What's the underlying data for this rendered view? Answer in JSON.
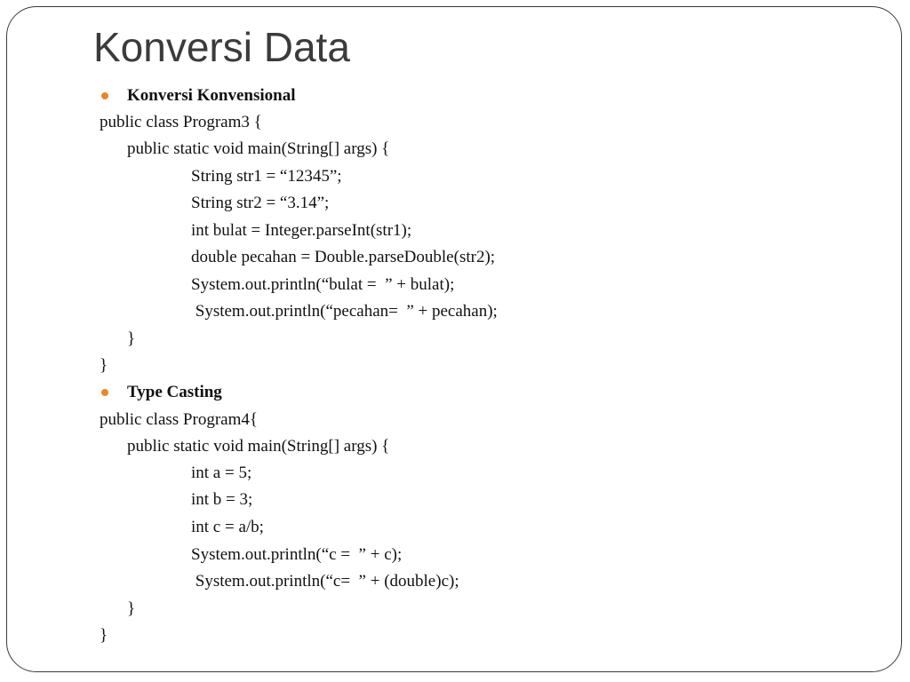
{
  "slide": {
    "title": "Konversi Data",
    "accent_color": "#e8872a",
    "sections": [
      {
        "heading": "Konversi Konvensional",
        "code": [
          "public class Program3 {",
          "public static void main(String[] args) {",
          "String str1 = “12345”;",
          "String str2 = “3.14”;",
          "int bulat = Integer.parseInt(str1);",
          "double pecahan = Double.parseDouble(str2);",
          "System.out.println(“bulat =  ” + bulat);",
          " System.out.println(“pecahan=  ” + pecahan);",
          "}",
          "}"
        ]
      },
      {
        "heading": "Type Casting",
        "code": [
          "public class Program4{",
          "public static void main(String[] args) {",
          "int a = 5;",
          "int b = 3;",
          "int c = a/b;",
          "System.out.println(“c =  ” + c);",
          " System.out.println(“c=  ” + (double)c);",
          "}",
          "}"
        ]
      }
    ]
  }
}
